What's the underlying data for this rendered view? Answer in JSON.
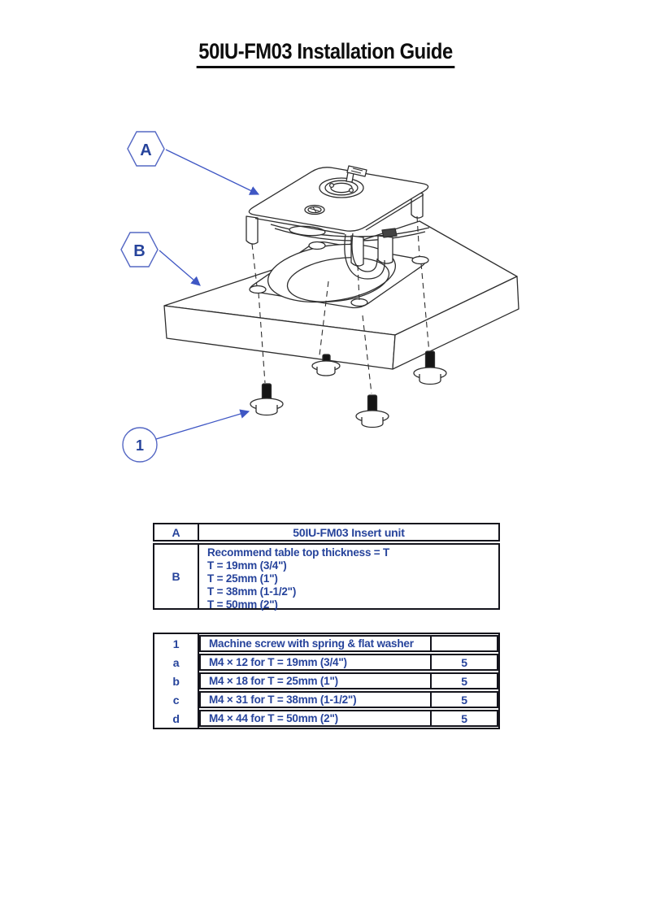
{
  "page": {
    "title": "50IU-FM03 Installation Guide"
  },
  "colors": {
    "accent_text": "#26439b",
    "callout_stroke": "#5568c4",
    "leader_arrow": "#3f57c4",
    "drawing_line": "#2e2e2e",
    "table_border": "#14141c"
  },
  "diagram": {
    "callouts": [
      {
        "label": "A",
        "shape": "hexagon",
        "points_to": "insert unit"
      },
      {
        "label": "B",
        "shape": "hexagon",
        "points_to": "table top"
      },
      {
        "label": "1",
        "shape": "circle",
        "points_to": "machine screw"
      }
    ]
  },
  "table1": {
    "rows": [
      {
        "id": "A",
        "text": "50IU-FM03 Insert unit"
      },
      {
        "id": "B",
        "lines": [
          "Recommend table top thickness = T",
          "T = 19mm (3/4\")",
          "T = 25mm (1\")",
          "T = 38mm (1-1/2\")",
          "T = 50mm (2\")"
        ]
      }
    ]
  },
  "table2": {
    "header": {
      "id": "1",
      "desc": "Machine screw with spring & flat washer",
      "qty": ""
    },
    "rows": [
      {
        "id": "a",
        "desc": "M4 × 12 for T = 19mm (3/4\")",
        "qty": "5"
      },
      {
        "id": "b",
        "desc": "M4 × 18 for T = 25mm (1\")",
        "qty": "5"
      },
      {
        "id": "c",
        "desc": "M4 × 31 for T = 38mm (1-1/2\")",
        "qty": "5"
      },
      {
        "id": "d",
        "desc": "M4 × 44 for T = 50mm (2\")",
        "qty": "5"
      }
    ]
  }
}
